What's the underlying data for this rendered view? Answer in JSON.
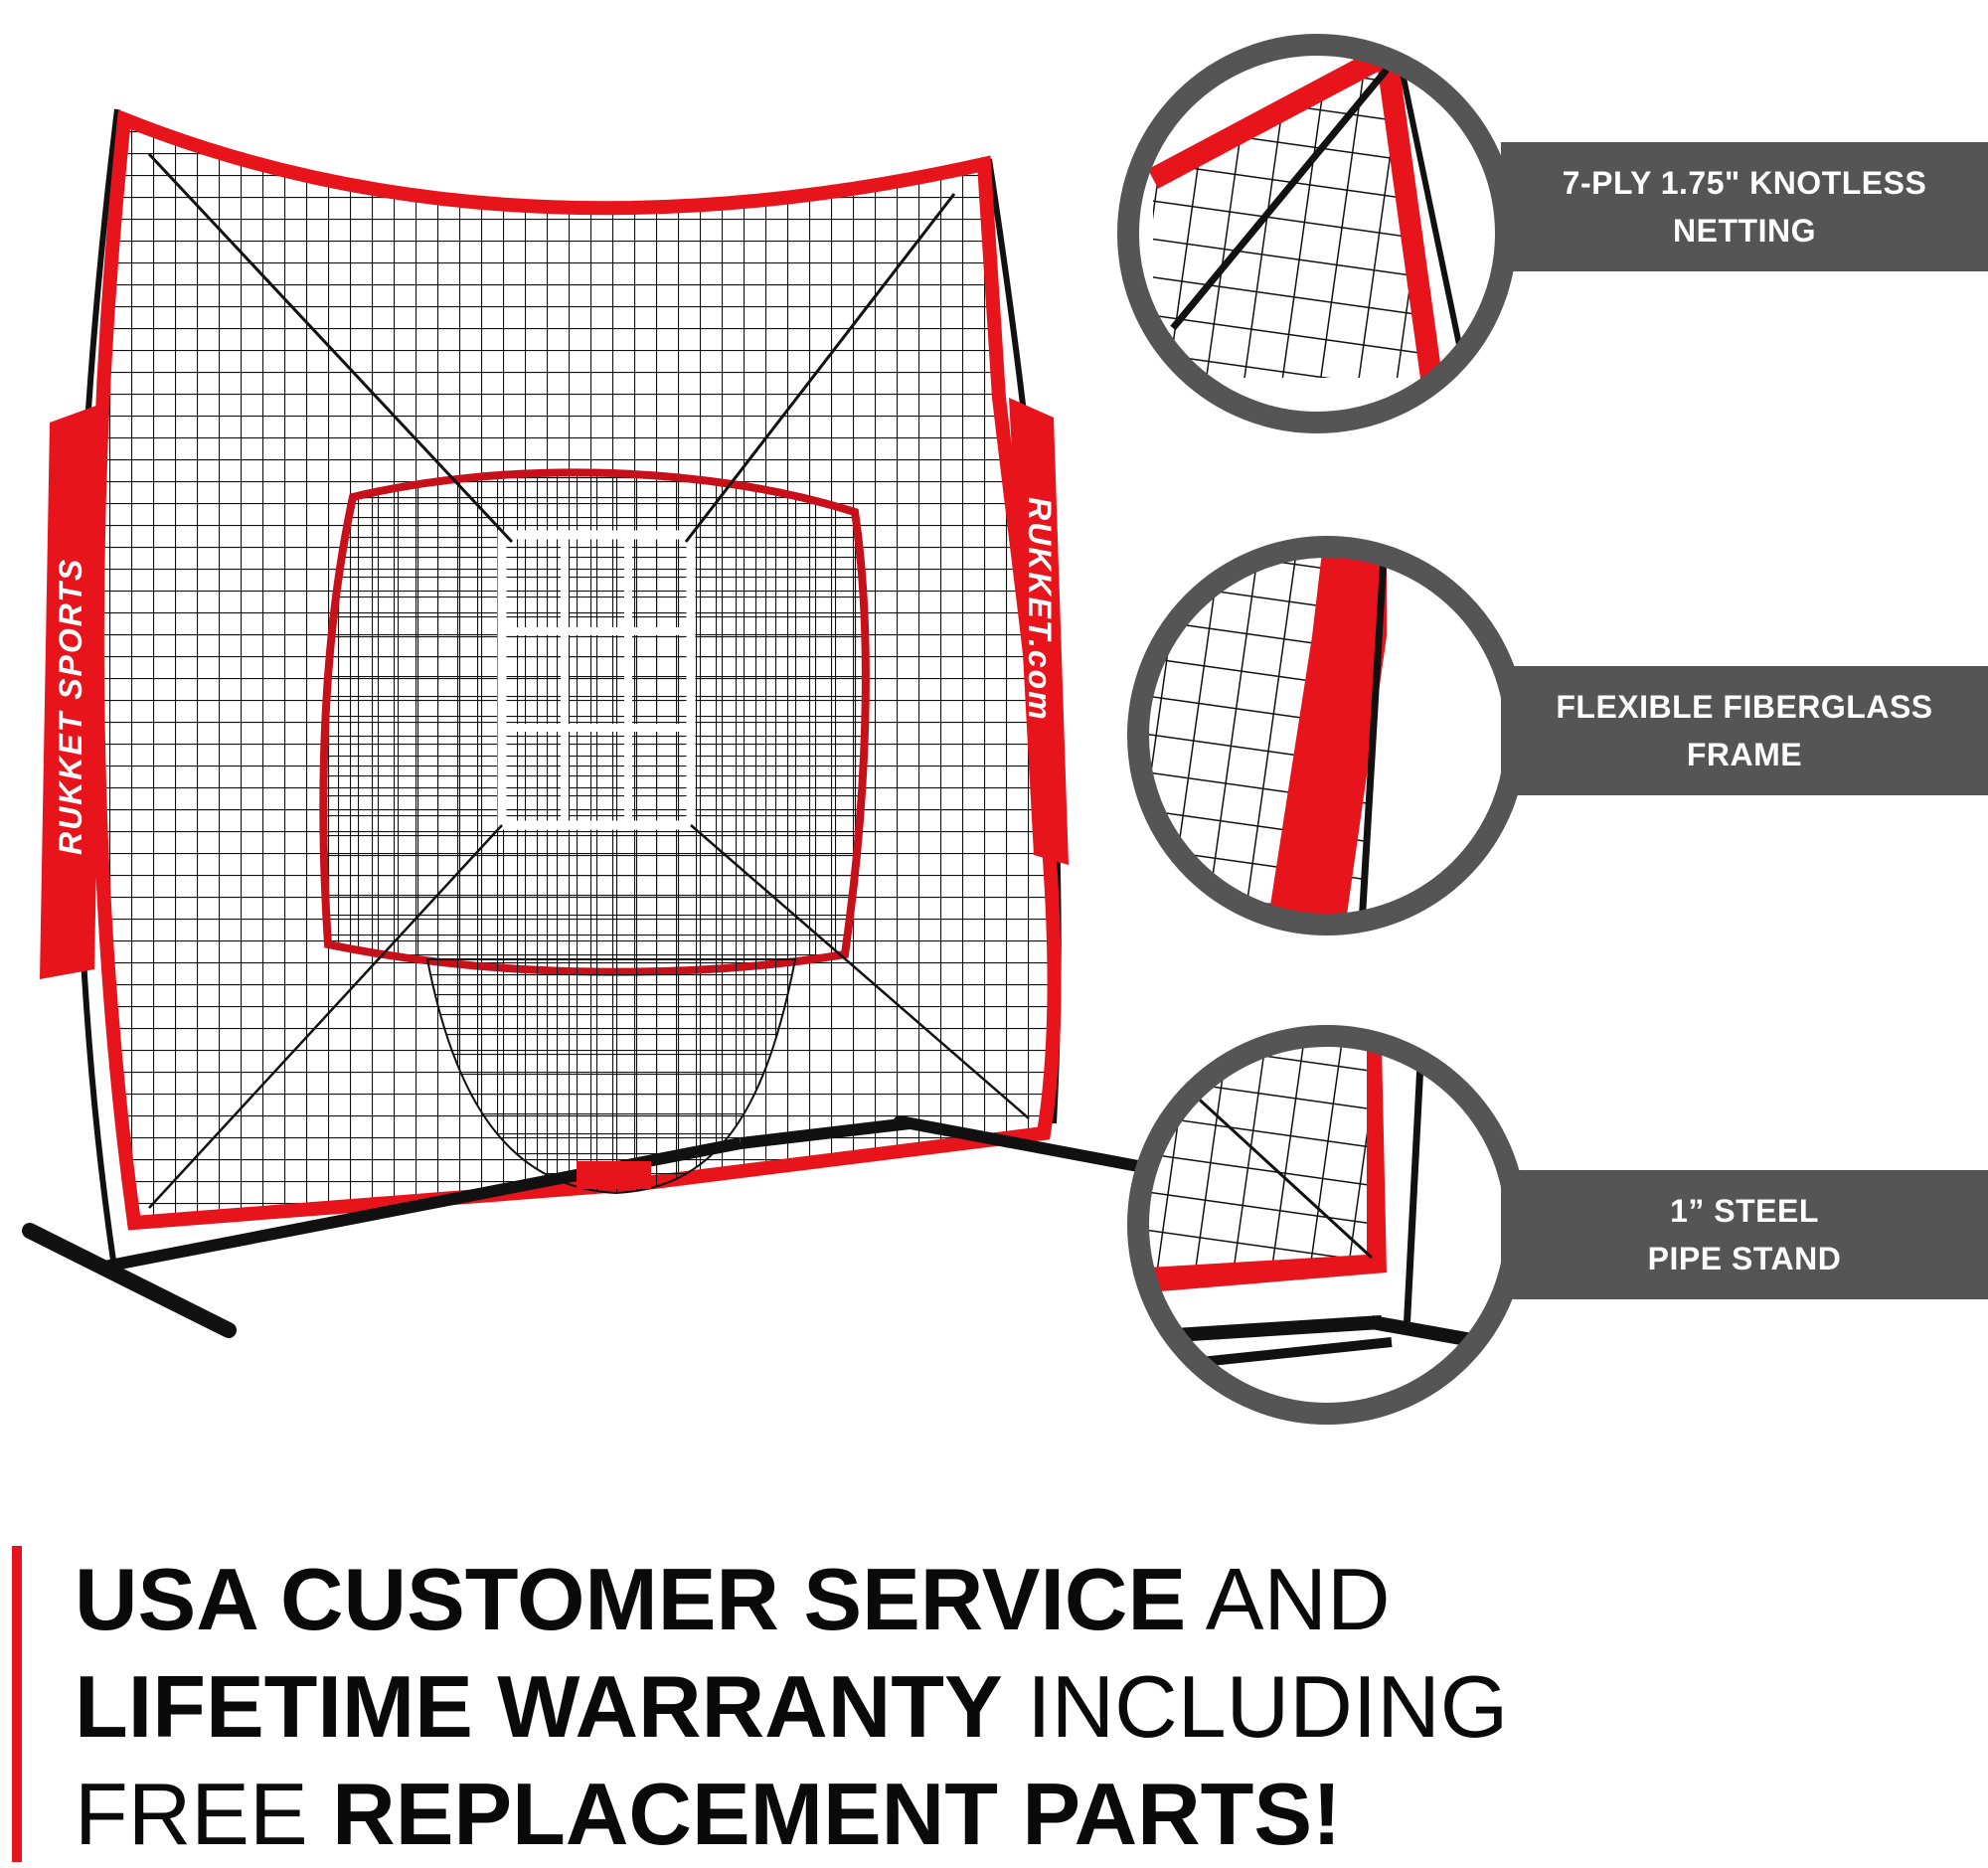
{
  "product": {
    "side_brand_left": "RUKKET SPORTS",
    "side_brand_right": "RUKKET.com",
    "colors": {
      "accent_red": "#e8141c",
      "label_gray": "#555555",
      "net_black": "#111111"
    }
  },
  "callouts": [
    {
      "line1": "7-PLY 1.75\" KNOTLESS",
      "line2": "NETTING"
    },
    {
      "line1": "FLEXIBLE FIBERGLASS",
      "line2": "FRAME"
    },
    {
      "line1": "1” STEEL",
      "line2": "PIPE STAND"
    }
  ],
  "footer": {
    "line1_bold": "USA CUSTOMER SERVICE",
    "line1_light": "AND",
    "line2_bold": "LIFETIME WARRANTY",
    "line2_light": "INCLUDING",
    "line3_light": "FREE",
    "line3_bold": "REPLACEMENT PARTS!"
  }
}
